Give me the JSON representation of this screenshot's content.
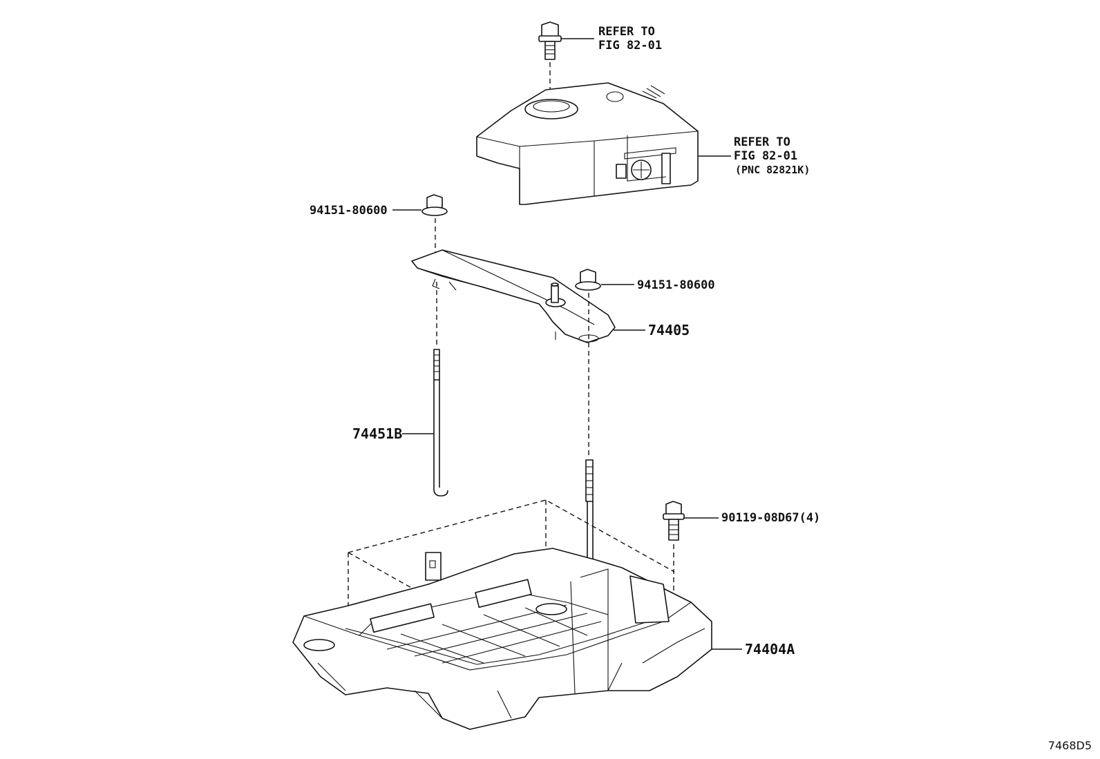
{
  "figure_id": "7468D5",
  "callouts": {
    "top_bolt_refer": [
      "REFER TO",
      "FIG 82-01"
    ],
    "cover_refer": [
      "REFER TO",
      "FIG 82-01",
      "(PNC 82821K)"
    ],
    "nut_left": "94151-80600",
    "nut_right": "94151-80600",
    "clamp": "74405",
    "rod": "74451B",
    "tray_bolt": "90119-08D67(4)",
    "tray": "74404A"
  }
}
